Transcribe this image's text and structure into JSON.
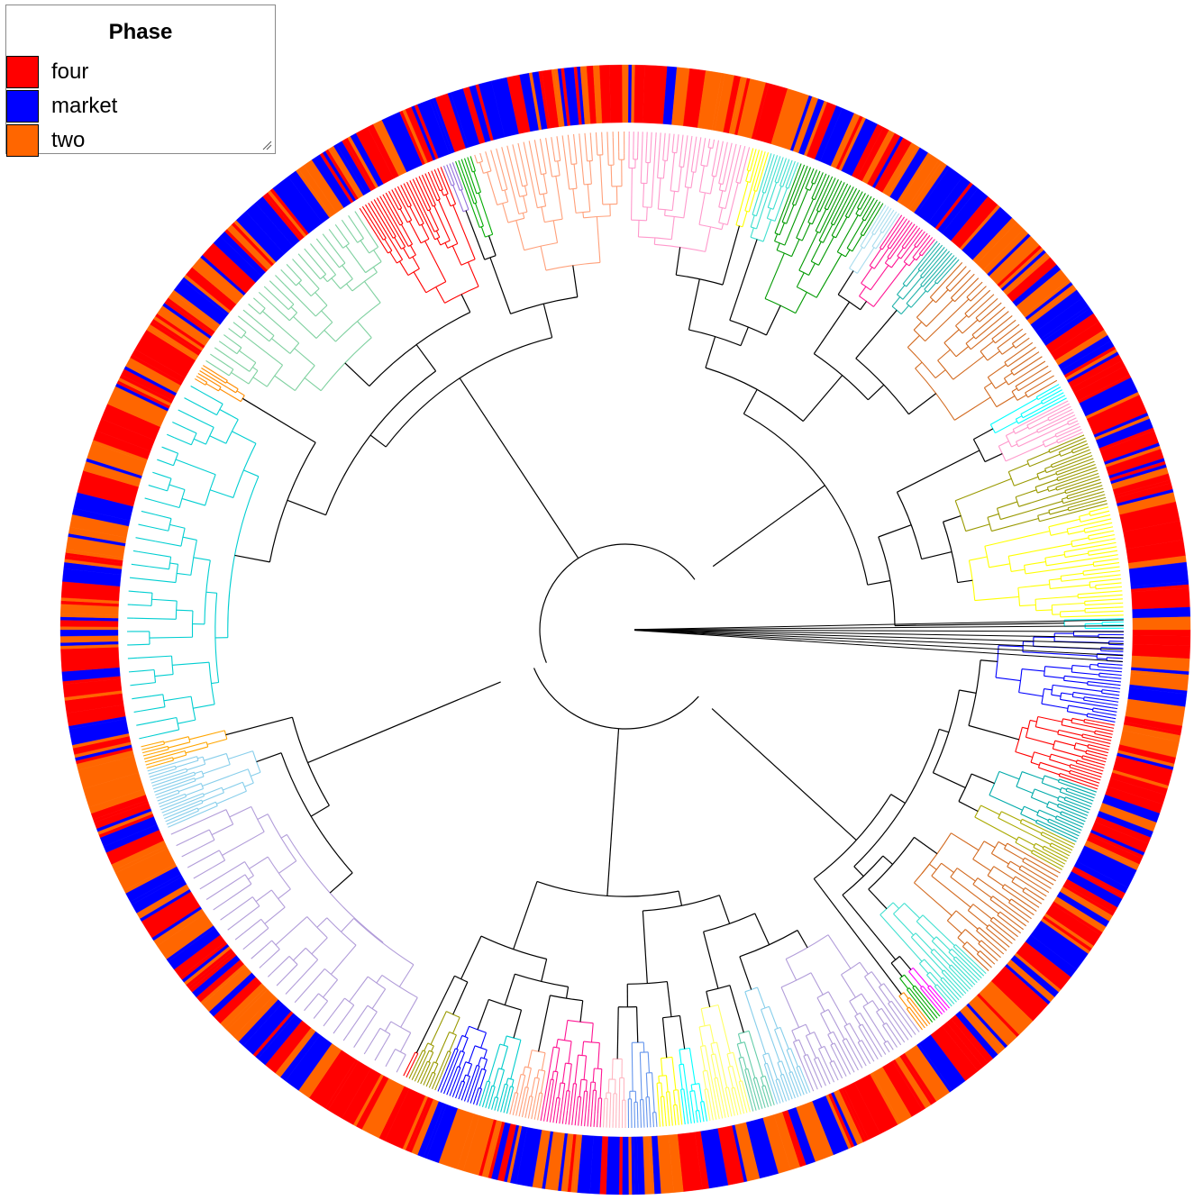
{
  "legend": {
    "title": "Phase",
    "items": [
      {
        "label": "four",
        "color": "#ff0000"
      },
      {
        "label": "market",
        "color": "#0000ff"
      },
      {
        "label": "two",
        "color": "#ff6600"
      }
    ]
  },
  "tree": {
    "branch_color": "#000000",
    "clades": [
      {
        "color": "#0000ff",
        "tips": 30
      },
      {
        "color": "#ff0000",
        "tips": 22
      },
      {
        "color": "#00aaaa",
        "tips": 18
      },
      {
        "color": "#aaaa00",
        "tips": 10
      },
      {
        "color": "#d2691e",
        "tips": 40
      },
      {
        "color": "#40e0d0",
        "tips": 16
      },
      {
        "color": "#ff00ff",
        "tips": 4
      },
      {
        "color": "#00aa00",
        "tips": 4
      },
      {
        "color": "#ff8c00",
        "tips": 4
      },
      {
        "color": "#b19cd9",
        "tips": 40
      },
      {
        "color": "#87ceeb",
        "tips": 12
      },
      {
        "color": "#66cdaa",
        "tips": 8
      },
      {
        "color": "#ffff66",
        "tips": 14
      },
      {
        "color": "#00ffff",
        "tips": 8
      },
      {
        "color": "#ffff00",
        "tips": 8
      },
      {
        "color": "#6495ed",
        "tips": 10
      },
      {
        "color": "#ffb6c1",
        "tips": 8
      },
      {
        "color": "#ff1493",
        "tips": 20
      },
      {
        "color": "#ffa07a",
        "tips": 10
      },
      {
        "color": "#00cccc",
        "tips": 10
      },
      {
        "color": "#0000ff",
        "tips": 14
      },
      {
        "color": "#999900",
        "tips": 10
      },
      {
        "color": "#ff0000",
        "tips": 2
      },
      {
        "color": "#b19cd9",
        "tips": 110
      },
      {
        "color": "#87ceeb",
        "tips": 20
      },
      {
        "color": "#ffa500",
        "tips": 8
      },
      {
        "color": "#00ced1",
        "tips": 120
      },
      {
        "color": "#ff8c00",
        "tips": 6
      },
      {
        "color": "#7fd1a0",
        "tips": 70
      },
      {
        "color": "#ff0000",
        "tips": 30
      },
      {
        "color": "#9370db",
        "tips": 4
      },
      {
        "color": "#00aa00",
        "tips": 6
      },
      {
        "color": "#ffa07a",
        "tips": 50
      },
      {
        "color": "#ff99cc",
        "tips": 40
      },
      {
        "color": "#ffff00",
        "tips": 6
      },
      {
        "color": "#40e0d0",
        "tips": 10
      },
      {
        "color": "#009900",
        "tips": 30
      },
      {
        "color": "#aaddee",
        "tips": 6
      },
      {
        "color": "#ff1493",
        "tips": 14
      },
      {
        "color": "#20b2aa",
        "tips": 10
      },
      {
        "color": "#d2691e",
        "tips": 50
      },
      {
        "color": "#00ffff",
        "tips": 6
      },
      {
        "color": "#ff99cc",
        "tips": 12
      },
      {
        "color": "#999900",
        "tips": 24
      },
      {
        "color": "#ffff00",
        "tips": 36
      },
      {
        "color": "#00ffff",
        "tips": 4
      }
    ]
  }
}
